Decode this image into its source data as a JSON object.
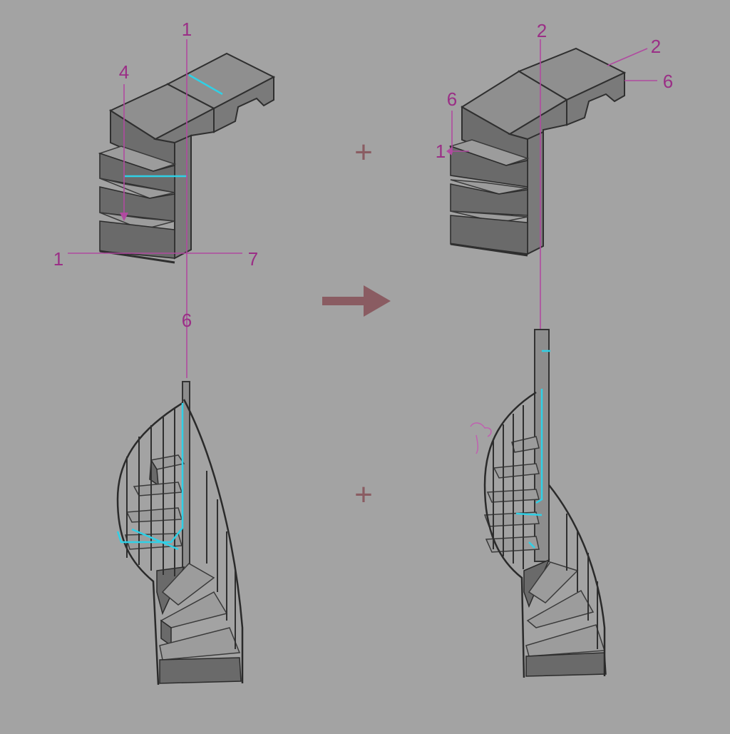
{
  "labels": {
    "a_top": "1",
    "a_left": "4",
    "a_bottom_left": "1",
    "a_bottom_right": "7",
    "a_lower": "6",
    "b_top": "2",
    "b_top_right": "2",
    "b_right": "6",
    "b_left_upper": "6",
    "b_left_lower": "1"
  },
  "operators": {
    "plus_top": "+",
    "plus_bottom": "+",
    "arrow": "→"
  },
  "colors": {
    "background": "#a3a3a3",
    "dimension_line": "#b04aa0",
    "highlight": "#2fd0e6",
    "arrow": "#8a5c62"
  }
}
